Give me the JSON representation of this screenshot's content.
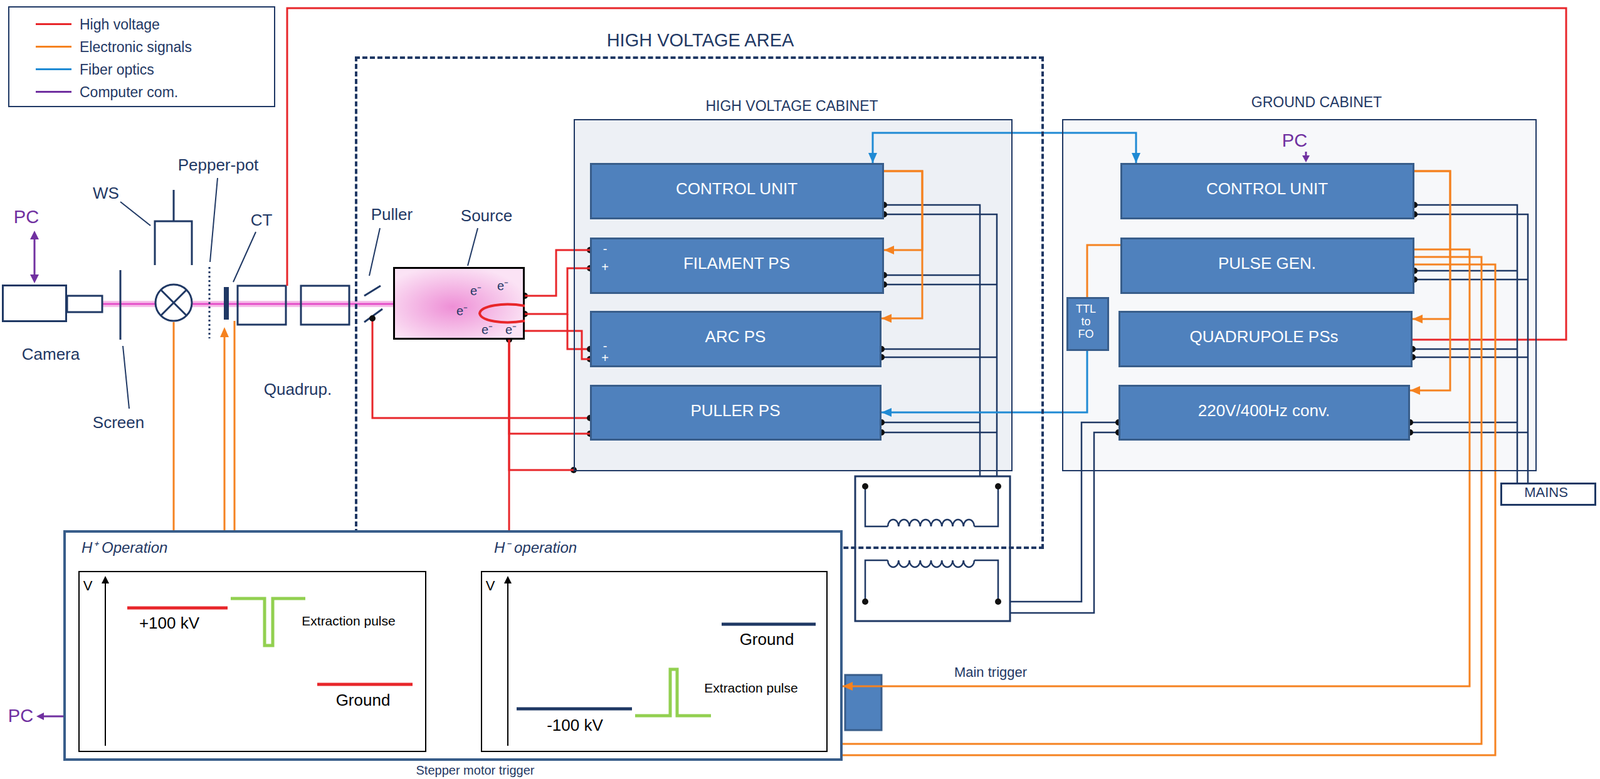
{
  "diagram": {
    "nodes": [
      {
        "text": [
          "Camera"
        ]
      },
      {
        "text": [
          "HIGH VOLTAGE AREA"
        ]
      },
      {
        "text": [
          "Source",
          "e⁻",
          "e⁻",
          "e⁻",
          "e⁻",
          "e⁻"
        ],
        "in": 1
      },
      {
        "text": [
          "HIGH VOLTAGE CABINET"
        ],
        "in": 1
      },
      {
        "text": [
          "CONTROL UNIT"
        ],
        "in": 3
      },
      {
        "text": [
          "FILAMENT PS",
          "-",
          "+"
        ],
        "in": 3
      },
      {
        "text": [
          "ARC PS",
          "-",
          "+"
        ],
        "in": 3
      },
      {
        "text": [
          "PULLER PS"
        ],
        "in": 3
      },
      {
        "text": [
          "GROUND CABINET"
        ]
      },
      {
        "text": [
          "CONTROL UNIT"
        ],
        "in": 8
      },
      {
        "text": [
          "PULSE GEN."
        ],
        "in": 8
      },
      {
        "text": [
          "TTL to FO"
        ],
        "in": 8
      },
      {
        "text": [
          "QUADRUPOLE PSs"
        ],
        "in": 8
      },
      {
        "text": [
          "220V/400Hz conv."
        ],
        "in": 8
      },
      {
        "text": [
          "MAINS"
        ]
      },
      {
        "text": [
          "H⁺ Operation",
          "H⁻ operation"
        ]
      },
      {
        "text": [
          "V",
          "+100 kV",
          "Extraction pulse",
          "Ground"
        ],
        "in": 15
      },
      {
        "text": [
          "V",
          "Ground",
          "Extraction pulse",
          "-100 kV"
        ],
        "in": 15
      }
    ],
    "edges": [
      {
        "from": 4,
        "to": 9,
        "arrow": "both"
      },
      {
        "from": 4,
        "to": 5,
        "arrow": "to"
      },
      {
        "from": 4,
        "to": 6,
        "arrow": "to"
      },
      {
        "from": 2,
        "to": 5,
        "arrow": "none"
      },
      {
        "from": 2,
        "to": 5,
        "arrow": "none"
      },
      {
        "from": 2,
        "to": 6,
        "arrow": "none"
      },
      {
        "from": 2,
        "to": 7,
        "arrow": "none"
      },
      {
        "from": 2,
        "to": 3,
        "arrow": "none"
      },
      {
        "from": 2,
        "to": 15,
        "arrow": "none"
      },
      {
        "from": 9,
        "to": 12,
        "arrow": "to"
      },
      {
        "from": 9,
        "to": 13,
        "arrow": "to"
      },
      {
        "from": 10,
        "to": 11,
        "arrow": "none"
      },
      {
        "from": 11,
        "to": 7,
        "arrow": "to"
      },
      {
        "from": 10,
        "to": 15,
        "arrow": "to",
        "label": "Main trigger"
      },
      {
        "from": 10,
        "to": 15,
        "arrow": "none"
      },
      {
        "from": 10,
        "to": 15,
        "arrow": "none",
        "label": "Stepper motor trigger"
      }
    ],
    "labels": [
      "PC",
      "WS",
      "Pepper-pot",
      "CT",
      "Puller",
      "Quadrup.",
      "Screen",
      "PC",
      "PC"
    ],
    "legend": [
      {
        "text": "High voltage",
        "color": "#e8262a"
      },
      {
        "text": "Electronic signals",
        "color": "#f58220"
      },
      {
        "text": "Fiber optics",
        "color": "#1f8ad4"
      },
      {
        "text": "Computer com.",
        "color": "#7030a0"
      }
    ]
  }
}
